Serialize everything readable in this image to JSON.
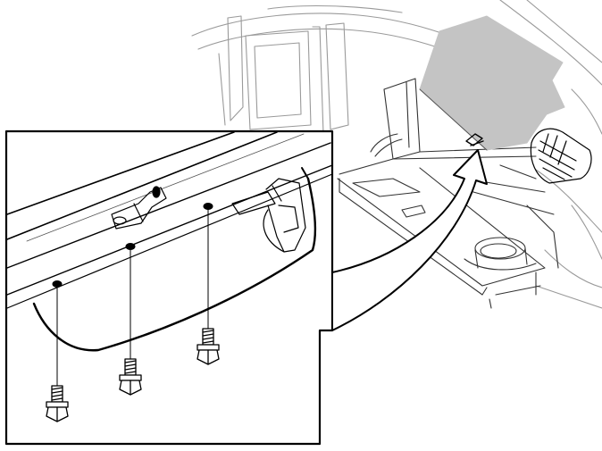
{
  "diagram": {
    "colors": {
      "background": "#ffffff",
      "line": "#000000",
      "panel_fill": "#c4c4c4"
    },
    "parts": [
      {
        "key": "dashboard",
        "name": "dashboard-outline"
      },
      {
        "key": "glovebox_panel",
        "name": "glovebox-panel-highlighted"
      },
      {
        "key": "air_vent",
        "name": "air-vent"
      },
      {
        "key": "glovebox_opening",
        "name": "glovebox-opening"
      },
      {
        "key": "cup_holder",
        "name": "cup-holder"
      },
      {
        "key": "detail_inset",
        "name": "detail-inset-frame"
      },
      {
        "key": "pointer_arrow",
        "name": "pointer-arrow-icon"
      },
      {
        "key": "screws",
        "name": "mounting-screws",
        "count": 3
      }
    ]
  }
}
